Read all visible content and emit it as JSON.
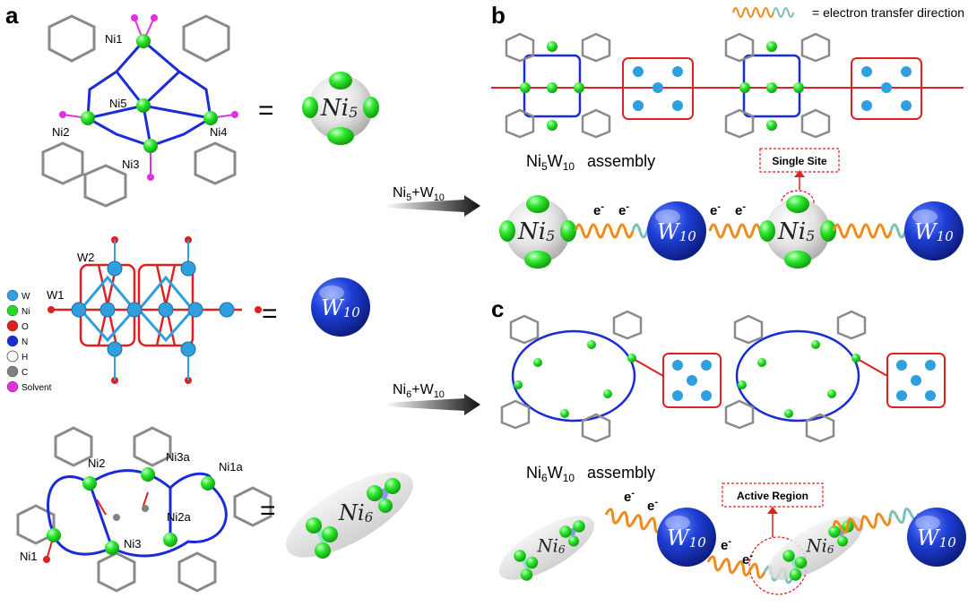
{
  "panels": {
    "a": "a",
    "b": "b",
    "c": "c"
  },
  "legend_electron": "= electron transfer direction",
  "ni5_atoms": {
    "ni1": "Ni1",
    "ni2": "Ni2",
    "ni3": "Ni3",
    "ni4": "Ni4",
    "ni5": "Ni5"
  },
  "w10_atoms": {
    "w1": "W1",
    "w2": "W2"
  },
  "ni6_atoms": {
    "ni1": "Ni1",
    "ni2": "Ni2",
    "ni3": "Ni3",
    "ni1a": "Ni1a",
    "ni2a": "Ni2a",
    "ni3a": "Ni3a"
  },
  "element_legend": [
    {
      "symbol": "W",
      "color": "#2f9fe0"
    },
    {
      "symbol": "Ni",
      "color": "#22dd22"
    },
    {
      "symbol": "O",
      "color": "#e02020"
    },
    {
      "symbol": "N",
      "color": "#1a2bd8"
    },
    {
      "symbol": "H",
      "color": "#ffffff"
    },
    {
      "symbol": "C",
      "color": "#808080"
    },
    {
      "symbol": "Solvent",
      "color": "#e030e0"
    }
  ],
  "equals": "=",
  "symbols": {
    "ni5": "Ni",
    "ni5_sub": "5",
    "w10": "W",
    "w10_sub": "10",
    "ni6": "Ni",
    "ni6_sub": "6"
  },
  "arrows": {
    "top": {
      "ni": "Ni",
      "ni_sub": "5",
      "plus_w": "+W",
      "w_sub": "10"
    },
    "bottom": {
      "ni": "Ni",
      "ni_sub": "6",
      "plus_w": "+W",
      "w_sub": "10"
    }
  },
  "assembly_b": {
    "ni": "Ni",
    "ni_sub": "5",
    "w": "W",
    "w_sub": "10",
    "word": "assembly"
  },
  "assembly_c": {
    "ni": "Ni",
    "ni_sub": "6",
    "w": "W",
    "w_sub": "10",
    "word": "assembly"
  },
  "single_site": "Single Site",
  "active_region": "Active Region",
  "electron": "e",
  "electron_sup": "-"
}
